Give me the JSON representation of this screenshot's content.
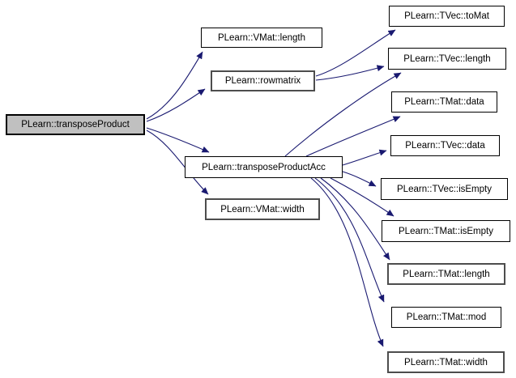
{
  "diagram": {
    "type": "call-graph",
    "background_color": "#ffffff",
    "edge_color": "#191970",
    "node_fill_color": "#ffffff",
    "root_node_fill_color": "#c0c0c0",
    "nodes": [
      {
        "id": "transposeProduct",
        "label": "PLearn::transposeProduct",
        "role": "root"
      },
      {
        "id": "VMat-length",
        "label": "PLearn::VMat::length",
        "role": "callee"
      },
      {
        "id": "rowmatrix",
        "label": "PLearn::rowmatrix",
        "role": "callee"
      },
      {
        "id": "transposeProductAcc",
        "label": "PLearn::transposeProductAcc",
        "role": "callee"
      },
      {
        "id": "VMat-width",
        "label": "PLearn::VMat::width",
        "role": "callee"
      },
      {
        "id": "TVec-toMat",
        "label": "PLearn::TVec::toMat",
        "role": "callee"
      },
      {
        "id": "TVec-length",
        "label": "PLearn::TVec::length",
        "role": "callee"
      },
      {
        "id": "TMat-data",
        "label": "PLearn::TMat::data",
        "role": "callee"
      },
      {
        "id": "TVec-data",
        "label": "PLearn::TVec::data",
        "role": "callee"
      },
      {
        "id": "TVec-isEmpty",
        "label": "PLearn::TVec::isEmpty",
        "role": "callee"
      },
      {
        "id": "TMat-isEmpty",
        "label": "PLearn::TMat::isEmpty",
        "role": "callee"
      },
      {
        "id": "TMat-length",
        "label": "PLearn::TMat::length",
        "role": "callee"
      },
      {
        "id": "TMat-mod",
        "label": "PLearn::TMat::mod",
        "role": "callee"
      },
      {
        "id": "TMat-width",
        "label": "PLearn::TMat::width",
        "role": "callee"
      }
    ],
    "edges": [
      {
        "from": "transposeProduct",
        "to": "VMat-length"
      },
      {
        "from": "transposeProduct",
        "to": "rowmatrix"
      },
      {
        "from": "transposeProduct",
        "to": "transposeProductAcc"
      },
      {
        "from": "transposeProduct",
        "to": "VMat-width"
      },
      {
        "from": "rowmatrix",
        "to": "TVec-toMat"
      },
      {
        "from": "rowmatrix",
        "to": "TVec-length"
      },
      {
        "from": "transposeProductAcc",
        "to": "TVec-length"
      },
      {
        "from": "transposeProductAcc",
        "to": "TMat-data"
      },
      {
        "from": "transposeProductAcc",
        "to": "TVec-data"
      },
      {
        "from": "transposeProductAcc",
        "to": "TVec-isEmpty"
      },
      {
        "from": "transposeProductAcc",
        "to": "TMat-isEmpty"
      },
      {
        "from": "transposeProductAcc",
        "to": "TMat-length"
      },
      {
        "from": "transposeProductAcc",
        "to": "TMat-mod"
      },
      {
        "from": "transposeProductAcc",
        "to": "TMat-width"
      }
    ]
  }
}
